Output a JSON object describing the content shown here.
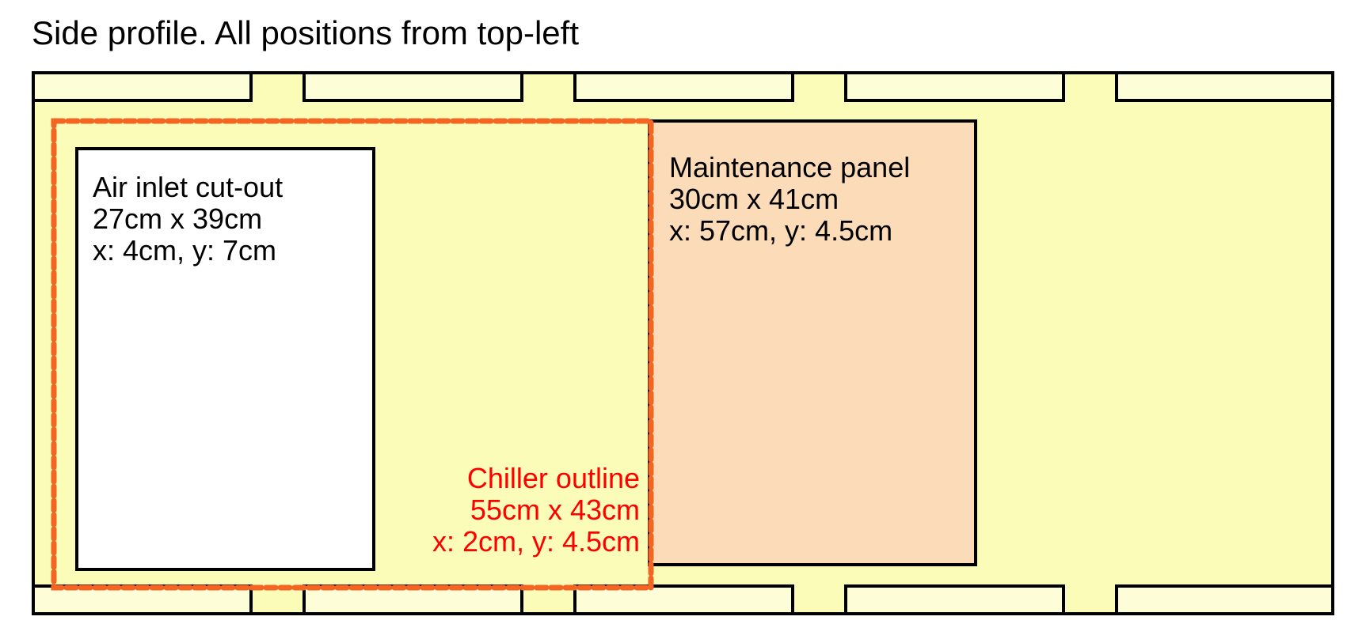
{
  "title": "Side profile. All positions from top-left",
  "colors": {
    "body": "#fafcb8",
    "rail": "#fdfdd8",
    "outline": "#000000",
    "cutout": "#ffffff",
    "panel": "#fcdbb8",
    "chiller_stroke": "#f26522",
    "chiller_text": "#ff0000"
  },
  "air_inlet": {
    "name": "Air inlet cut-out",
    "size": "27cm x 39cm",
    "position": "x: 4cm, y: 7cm"
  },
  "maintenance_panel": {
    "name": "Maintenance panel",
    "size": "30cm x 41cm",
    "position": "x: 57cm, y: 4.5cm"
  },
  "chiller": {
    "name": "Chiller outline",
    "size": "55cm x 43cm",
    "position": "x: 2cm, y: 4.5cm"
  }
}
